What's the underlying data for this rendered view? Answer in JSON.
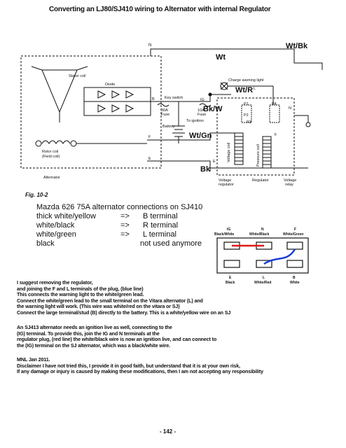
{
  "header": "Converting an LJ80/SJ410 wiring to Alternator with internal Regulator",
  "wiring": {
    "label_N": "N",
    "label_wtbk": "Wt/Bk",
    "label_wt": "Wt",
    "label_wtr": "Wt/R",
    "label_bkw": "Bk/W",
    "label_wtgn": "Wt/Gn",
    "label_bk": "Bk",
    "stator": "Stator coil",
    "diode": "Diode",
    "key_switch": "Key switch",
    "ig": "IG",
    "fuse30": "30A",
    "fuse30b": "Fuse",
    "fuse10": "10A",
    "fuse10b": "Fuse",
    "to_ignition": "To ignition",
    "battery": "Battery",
    "charge_light": "Charge warning light",
    "rotor": "Rotor coil",
    "field": "(Field coil)",
    "alternator": "Alternator",
    "vreg": "Voltage",
    "vreg2": "regulator",
    "regulator": "Regulator",
    "vrelay": "Voltage",
    "vrelay2": "relay",
    "term_B": "B",
    "term_F": "F",
    "term_E": "E",
    "term_N2": "N",
    "term_L": "L",
    "term_E2": "E",
    "term_F2": "F",
    "vcoil": "Voltage coil",
    "pcoil": "Pressure coil",
    "p1": "P1",
    "p2": "P2",
    "p3": "P3",
    "p4": "P4"
  },
  "figure_label": "Fig. 10-2",
  "mapping": {
    "title": "Mazda 626 75A alternator connections on SJ410",
    "rows": [
      {
        "wire": "thick white/yellow",
        "arrow": "=>",
        "terminal": "B terminal"
      },
      {
        "wire": "white/black",
        "arrow": "=>",
        "terminal": "R terminal"
      },
      {
        "wire": "white/green",
        "arrow": "=>",
        "terminal": "L terminal"
      },
      {
        "wire": "black",
        "arrow": "",
        "terminal": "not used anymore"
      }
    ]
  },
  "plug": {
    "top": [
      {
        "code": "IG",
        "desc": "Black/White"
      },
      {
        "code": "N",
        "desc": "White/Black"
      },
      {
        "code": "F",
        "desc": "White/Green"
      }
    ],
    "bottom": [
      {
        "code": "E",
        "desc": "Black"
      },
      {
        "code": "L",
        "desc": "White/Red"
      },
      {
        "code": "B",
        "desc": "White"
      }
    ],
    "colors": {
      "red_line": "#e01818",
      "blue_line": "#1a3fd6"
    }
  },
  "paragraphs": [
    {
      "lines": [
        "I suggest removing the regulator,",
        "  and joining the F and L terminals of the plug, (blue line)",
        "This connects the warning light to the white/green lead.",
        "Connect the white/green lead to the small terminal on the Vitara alternator  (L) and",
        "the warning light will work. (This wire was white/red on the vitara or SJ)",
        "Connect the large terminal/stud  (B) directly to the battery. This is a white/yellow wire on an SJ"
      ]
    },
    {
      "lines": [
        "An SJ413 alternator needs an ignition live as well, connecting to the",
        "(IG) terminal. To provide this, join the IG and N terminals at the",
        "regulator plug, (red line) the white/black wire is now an ignition live, and can connect to",
        "the (IG) terminal on the SJ alternator, which was a black/white wire."
      ]
    },
    {
      "lines": [
        "MNL Jan 2011.",
        "Disclaimer I have not tried this, I provide it in good faith, but understand that it is at your own risk,",
        "If any damage or injury is caused by making these modifications, then I am not accepting any responsibility"
      ]
    }
  ],
  "footer": "- 142 -"
}
